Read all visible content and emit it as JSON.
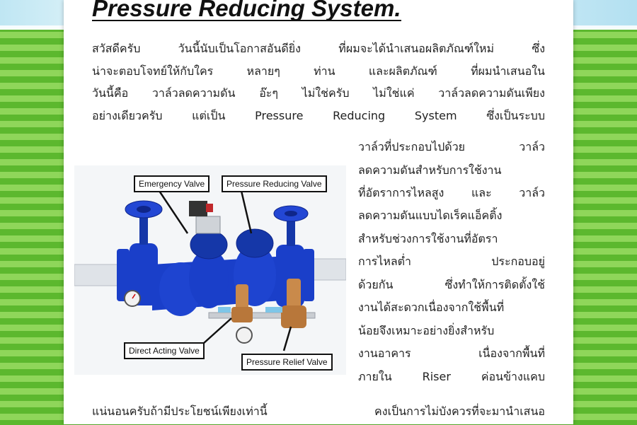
{
  "title": "Pressure Reducing System.",
  "intro_lines": [
    "สวัสดีครับ วันนี้นับเป็นโอกาสอันดียิ่ง ที่ผมจะได้นำเสนอผลิตภัณฑ์ใหม่ ซึ่ง",
    "น่าจะตอบโจทย์ให้กับใคร หลายๆ ท่าน และผลิตภัณฑ์ ที่ผมนำเสนอใน",
    "วันนี้คือ วาล์วลดความดัน อ๊ะๆ ไม่ใช่ครับ ไม่ใช่แค่ วาล์วลดความดันเพียง",
    "อย่างเดียวครับ แต่เป็น  Pressure Reducing System ซึ่งเป็นระบบ"
  ],
  "column_lines": [
    "วาล์วที่ประกอบไปด้วย วาล์ว",
    "ลดความดันสำหรับการใช้งาน",
    "ที่อัตราการไหลสูง และ วาล์ว",
    "ลดความดันแบบไดเร็คแอ็คติ้ง",
    "สำหรับช่วงการใช้งานที่อัตรา",
    "การไหลต่ำ ประกอบอยู่",
    "ด้วยกัน ซึ่งทำให้การติดตั้งใช้",
    "งานได้สะดวกเนื่องจากใช้พื้นที่",
    "น้อยจึงเหมาะอย่างยิ่งสำหรับ",
    "งานอาคาร เนื่องจากพื้นที่",
    "ภายใน Riser ค่อนข้างแคบ"
  ],
  "closing_line": "แน่นอนครับถ้ามีประโยชน์เพียงเท่านี้ คงเป็นการไม่บังควรที่จะมานำเสนอ",
  "figure": {
    "labels": {
      "emergency": "Emergency Valve",
      "pressure_reducing": "Pressure Reducing Valve",
      "direct_acting": "Direct Acting Valve",
      "pressure_relief": "Pressure Relief Valve"
    },
    "colors": {
      "valve_blue": "#1a3fc9",
      "valve_blue_dark": "#0f268a",
      "pipe": "#d9dde2",
      "brass": "#c98a4b"
    }
  }
}
